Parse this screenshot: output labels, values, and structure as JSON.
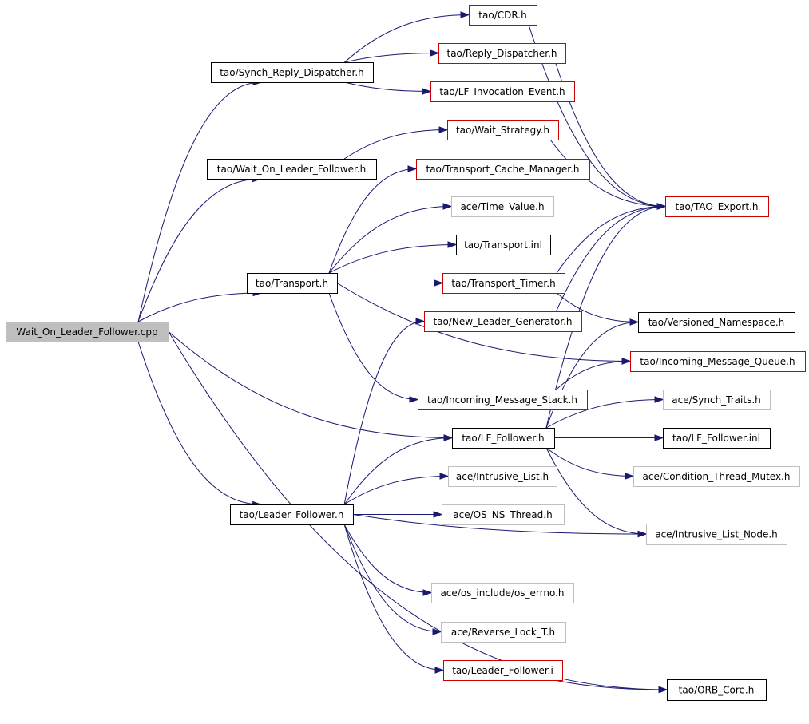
{
  "colors": {
    "root_fill": "#bfbfbf",
    "node_fill": "#ffffff",
    "border_documented": "#000000",
    "border_undocumented": "#cc0000",
    "border_external": "#bfbfbf",
    "edge": "#191970"
  },
  "nodes": [
    {
      "id": "root",
      "label": "Wait_On_Leader_Follower.cpp",
      "kind": "root"
    },
    {
      "id": "synch_reply",
      "label": "tao/Synch_Reply_Dispatcher.h",
      "kind": "documented"
    },
    {
      "id": "cdr",
      "label": "tao/CDR.h",
      "kind": "undocumented"
    },
    {
      "id": "reply_disp",
      "label": "tao/Reply_Dispatcher.h",
      "kind": "undocumented"
    },
    {
      "id": "lf_inv",
      "label": "tao/LF_Invocation_Event.h",
      "kind": "undocumented"
    },
    {
      "id": "wait_olf",
      "label": "tao/Wait_On_Leader_Follower.h",
      "kind": "documented"
    },
    {
      "id": "wait_strat",
      "label": "tao/Wait_Strategy.h",
      "kind": "undocumented"
    },
    {
      "id": "tcm",
      "label": "tao/Transport_Cache_Manager.h",
      "kind": "undocumented"
    },
    {
      "id": "tao_export",
      "label": "tao/TAO_Export.h",
      "kind": "undocumented"
    },
    {
      "id": "time_value",
      "label": "ace/Time_Value.h",
      "kind": "external"
    },
    {
      "id": "transport",
      "label": "tao/Transport.h",
      "kind": "documented"
    },
    {
      "id": "transport_inl",
      "label": "tao/Transport.inl",
      "kind": "documented"
    },
    {
      "id": "transport_timer",
      "label": "tao/Transport_Timer.h",
      "kind": "undocumented"
    },
    {
      "id": "nlg",
      "label": "tao/New_Leader_Generator.h",
      "kind": "undocumented"
    },
    {
      "id": "versioned_ns",
      "label": "tao/Versioned_Namespace.h",
      "kind": "documented"
    },
    {
      "id": "imq",
      "label": "tao/Incoming_Message_Queue.h",
      "kind": "undocumented"
    },
    {
      "id": "ims",
      "label": "tao/Incoming_Message_Stack.h",
      "kind": "undocumented"
    },
    {
      "id": "synch_traits",
      "label": "ace/Synch_Traits.h",
      "kind": "external"
    },
    {
      "id": "lf_follower",
      "label": "tao/LF_Follower.h",
      "kind": "documented"
    },
    {
      "id": "lf_follower_inl",
      "label": "tao/LF_Follower.inl",
      "kind": "documented"
    },
    {
      "id": "ctm",
      "label": "ace/Condition_Thread_Mutex.h",
      "kind": "external"
    },
    {
      "id": "intrusive_list",
      "label": "ace/Intrusive_List.h",
      "kind": "external"
    },
    {
      "id": "leader_follower",
      "label": "tao/Leader_Follower.h",
      "kind": "documented"
    },
    {
      "id": "os_ns_thread",
      "label": "ace/OS_NS_Thread.h",
      "kind": "external"
    },
    {
      "id": "iln",
      "label": "ace/Intrusive_List_Node.h",
      "kind": "external"
    },
    {
      "id": "os_errno",
      "label": "ace/os_include/os_errno.h",
      "kind": "external"
    },
    {
      "id": "reverse_lock",
      "label": "ace/Reverse_Lock_T.h",
      "kind": "external"
    },
    {
      "id": "leader_follower_i",
      "label": "tao/Leader_Follower.i",
      "kind": "undocumented"
    },
    {
      "id": "orb_core",
      "label": "tao/ORB_Core.h",
      "kind": "documented"
    }
  ],
  "edges": [
    [
      "root",
      "synch_reply"
    ],
    [
      "root",
      "wait_olf"
    ],
    [
      "root",
      "transport"
    ],
    [
      "root",
      "lf_follower"
    ],
    [
      "root",
      "leader_follower"
    ],
    [
      "root",
      "orb_core"
    ],
    [
      "synch_reply",
      "cdr"
    ],
    [
      "synch_reply",
      "reply_disp"
    ],
    [
      "synch_reply",
      "lf_inv"
    ],
    [
      "cdr",
      "tao_export"
    ],
    [
      "reply_disp",
      "tao_export"
    ],
    [
      "wait_olf",
      "wait_strat"
    ],
    [
      "wait_strat",
      "tao_export"
    ],
    [
      "transport",
      "tcm"
    ],
    [
      "transport",
      "time_value"
    ],
    [
      "transport",
      "transport_inl"
    ],
    [
      "transport",
      "transport_timer"
    ],
    [
      "transport",
      "imq"
    ],
    [
      "transport",
      "ims"
    ],
    [
      "transport_timer",
      "tao_export"
    ],
    [
      "transport_timer",
      "versioned_ns"
    ],
    [
      "nlg",
      "tao_export"
    ],
    [
      "ims",
      "imq"
    ],
    [
      "lf_follower",
      "tao_export"
    ],
    [
      "lf_follower",
      "versioned_ns"
    ],
    [
      "lf_follower",
      "synch_traits"
    ],
    [
      "lf_follower",
      "lf_follower_inl"
    ],
    [
      "lf_follower",
      "ctm"
    ],
    [
      "lf_follower",
      "iln"
    ],
    [
      "leader_follower",
      "nlg"
    ],
    [
      "leader_follower",
      "lf_follower"
    ],
    [
      "leader_follower",
      "intrusive_list"
    ],
    [
      "leader_follower",
      "os_ns_thread"
    ],
    [
      "leader_follower",
      "iln"
    ],
    [
      "leader_follower",
      "os_errno"
    ],
    [
      "leader_follower",
      "reverse_lock"
    ],
    [
      "leader_follower",
      "leader_follower_i"
    ],
    [
      "leader_follower_i",
      "orb_core"
    ]
  ]
}
